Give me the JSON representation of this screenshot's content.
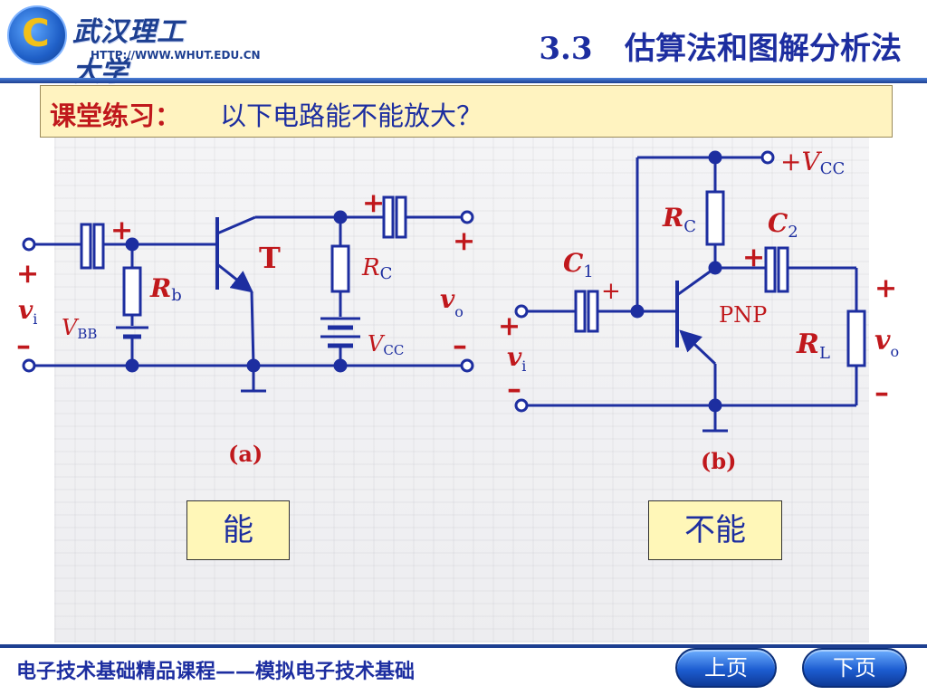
{
  "header": {
    "logo_name": "武汉理工大学",
    "logo_url": "HTTP://WWW.WHUT.EDU.CN",
    "title": "3.3   估算法和图解分析法"
  },
  "question": {
    "label": "课堂练习：",
    "text": "以下电路能不能放大？"
  },
  "circuit_a": {
    "caption": "(a)",
    "transistor": "T",
    "rb": {
      "main": "R",
      "sub": "b"
    },
    "rc": {
      "main": "R",
      "sub": "C"
    },
    "vbb": {
      "main": "V",
      "sub": "BB"
    },
    "vcc": {
      "main": "V",
      "sub": "CC"
    },
    "vi": {
      "main": "v",
      "sub": "i"
    },
    "vo": {
      "main": "v",
      "sub": "o"
    },
    "plus": "+",
    "minus": "–",
    "answer": "能"
  },
  "circuit_b": {
    "caption": "(b)",
    "transistor": "PNP",
    "vcc": {
      "prefix": "+",
      "main": "V",
      "sub": "CC"
    },
    "rc": {
      "main": "R",
      "sub": "C"
    },
    "c1": {
      "main": "C",
      "sub": "1"
    },
    "c2": {
      "main": "C",
      "sub": "2"
    },
    "rl": {
      "main": "R",
      "sub": "L"
    },
    "vi": {
      "main": "v",
      "sub": "i"
    },
    "vo": {
      "main": "v",
      "sub": "o"
    },
    "plus": "+",
    "minus": "–",
    "answer": "不能"
  },
  "colors": {
    "wire": "#1d2ea0",
    "label": "#1d2ea0",
    "accent_red": "#c0181c",
    "banner_bg": "#fff3c0",
    "answer_bg": "#fff7b8"
  },
  "footer": {
    "course": "电子技术基础精品课程——模拟电子技术基础",
    "prev_label": "上页",
    "next_label": "下页"
  }
}
